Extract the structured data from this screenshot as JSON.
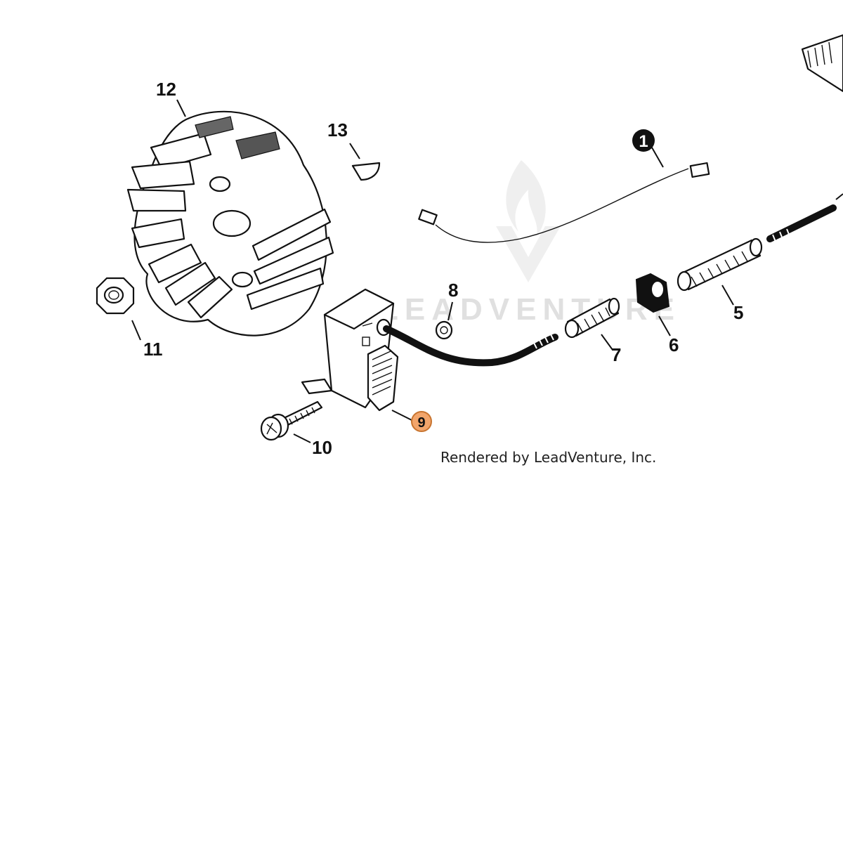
{
  "diagram": {
    "callouts": [
      {
        "id": "1",
        "label": "1"
      },
      {
        "id": "5",
        "label": "5"
      },
      {
        "id": "6",
        "label": "6"
      },
      {
        "id": "7",
        "label": "7"
      },
      {
        "id": "8",
        "label": "8"
      },
      {
        "id": "9",
        "label": "9"
      },
      {
        "id": "10",
        "label": "10"
      },
      {
        "id": "11",
        "label": "11"
      },
      {
        "id": "12",
        "label": "12"
      },
      {
        "id": "13",
        "label": "13"
      }
    ],
    "credit": "Rendered by LeadVenture, Inc.",
    "watermark": "LEADVENTURE",
    "colors": {
      "line": "#111111",
      "highlight": "#f2a56b",
      "highlight_stroke": "#c8742f",
      "watermark": "#dcdcdc"
    }
  }
}
